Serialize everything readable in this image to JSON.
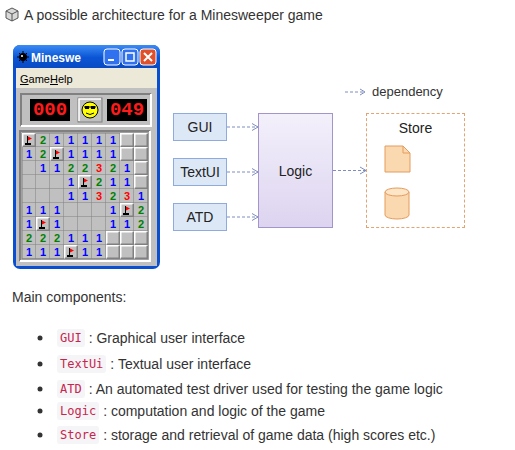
{
  "diagram": {
    "title": "A possible architecture for a Minesweeper game",
    "nodes": [
      {
        "text": [
          "GUI"
        ]
      },
      {
        "text": [
          "TextUI"
        ]
      },
      {
        "text": [
          "ATD"
        ]
      },
      {
        "text": [
          "Logic"
        ]
      },
      {
        "text": [
          "Store"
        ]
      }
    ],
    "edges": [
      {
        "from": 0,
        "to": 3,
        "arrow": "to"
      },
      {
        "from": 1,
        "to": 3,
        "arrow": "to"
      },
      {
        "from": 2,
        "to": 3,
        "arrow": "to"
      },
      {
        "from": 3,
        "to": 4,
        "arrow": "to"
      }
    ],
    "labels": [
      "Mineswe",
      "Game",
      "Help",
      "000",
      "049",
      "2",
      "1",
      "1",
      "1",
      "1",
      "1",
      "1",
      "2",
      "1",
      "1",
      "1",
      "1",
      "1",
      "1",
      "2",
      "2",
      "3",
      "2",
      "1",
      "1",
      "2",
      "1",
      "1",
      "1",
      "1",
      "3",
      "2",
      "3",
      "1",
      "1",
      "1",
      "1",
      "1",
      "2",
      "1",
      "1",
      "1",
      "1",
      "2",
      "2",
      "2",
      "2",
      "1",
      "1",
      "1",
      "1",
      "1",
      "1",
      "1",
      "1",
      "Main components:",
      "GUI",
      ": Graphical user interface",
      "TextUi",
      ": Textual user interface",
      "ATD",
      ": An automated test driver used for testing the game logic",
      "Logic",
      ": computation and logic of the game",
      "Store",
      ": storage and retrieval of game data (high scores etc.)"
    ],
    "legend": [
      {
        "text": "dependency"
      }
    ]
  }
}
